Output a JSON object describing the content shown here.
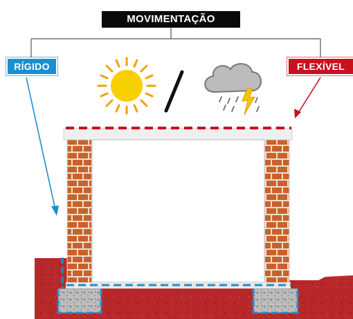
{
  "title": "MOVIMENTAÇÃO",
  "left_label": "RÍGIDO",
  "right_label": "FLEXÍVEL",
  "colors": {
    "rigid_blue": "#1a8fd1",
    "flexible_red": "#c8101e",
    "brick": "#c8622b",
    "ground": "#b8282a",
    "sun": "#f7c400",
    "cloud": "#9b9b9b",
    "lightning": "#f7c400"
  },
  "icons": [
    "sun-icon",
    "slash-icon",
    "storm-cloud-icon"
  ]
}
